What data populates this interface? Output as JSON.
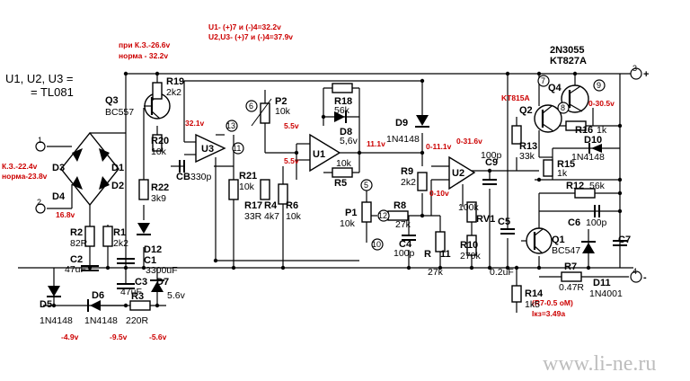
{
  "notes": {
    "ic_label_1": "U1, U2, U3 =",
    "ic_label_2": "= TL081",
    "supply_line_1": "U1- (+)7 и (-)4=32.2v",
    "supply_line_2": "U2,U3- (+)7 и (-)4=37.9v",
    "q3_kz": "при К.З.-26.6v",
    "q3_norm": "норма - 32.2v",
    "input_kz": "К.З.-22.4v",
    "input_norm": "норма-23.8v",
    "r7_note": "(R7-0.5 oM)",
    "ikz_note": "Iкз=3.49a",
    "watermark": "www.li-ne.ru"
  },
  "measurements": {
    "u3_pin": "32.1v",
    "p2_v": "5.5v",
    "u1_in": "5.5v",
    "u1_out": "11.1v",
    "d9_v": "0-11.1v",
    "u2_out": "0-31.6v",
    "u2_in": "0-10v",
    "c2_v": "16.8v",
    "r16_v": "0-30.5v",
    "d5_v": "-4.9v",
    "d6_v": "-9.5v",
    "d7_v": "-5.6v"
  },
  "components": {
    "q3": {
      "ref": "Q3",
      "part": "BC557"
    },
    "r19": {
      "ref": "R19",
      "value": "2k2"
    },
    "r20": {
      "ref": "R20",
      "value": "10k"
    },
    "u3": {
      "ref": "U3"
    },
    "cb": {
      "ref": "CB",
      "value": "330p"
    },
    "r22": {
      "ref": "R22",
      "value": "3k9"
    },
    "d12": {
      "ref": "D12"
    },
    "c1": {
      "ref": "C1",
      "value": "3300uF"
    },
    "r21": {
      "ref": "R21",
      "value": "10k"
    },
    "r17": {
      "ref": "R17",
      "value": "33R"
    },
    "r4": {
      "ref": "R4",
      "value": "4k7"
    },
    "r6": {
      "ref": "R6",
      "value": "10k"
    },
    "p2": {
      "ref": "P2",
      "value": "10k"
    },
    "r18": {
      "ref": "R18",
      "value": "56k"
    },
    "d8": {
      "ref": "D8",
      "value": "5,6v"
    },
    "u1": {
      "ref": "U1"
    },
    "r5": {
      "ref": "R5",
      "value": "10k"
    },
    "p1": {
      "ref": "P1",
      "value": "10k"
    },
    "r8": {
      "ref": "R8",
      "value": "27k"
    },
    "d9": {
      "ref": "D9",
      "part": "1N4148"
    },
    "r9": {
      "ref": "R9",
      "value": "2k2"
    },
    "u2": {
      "ref": "U2"
    },
    "c9": {
      "ref": "C9",
      "value": "100p"
    },
    "rv1": {
      "ref": "RV1",
      "value": "100k"
    },
    "r10": {
      "ref": "R10",
      "value": "270k"
    },
    "c4": {
      "ref": "C4",
      "value": "100p"
    },
    "r11": {
      "ref": "R",
      "label2": "11",
      "value": "27k"
    },
    "c5": {
      "ref": "C5",
      "value": "0.2uF"
    },
    "q4": {
      "ref": "Q4",
      "part1": "2N3055",
      "part2": "KT827A"
    },
    "q2": {
      "ref": "Q2",
      "part": "KT815A"
    },
    "r13": {
      "ref": "R13",
      "value": "33k"
    },
    "r16": {
      "ref": "R16",
      "value": "1k"
    },
    "d10": {
      "ref": "D10",
      "part": "1N4148"
    },
    "r15": {
      "ref": "R15",
      "value": "1k"
    },
    "r12": {
      "ref": "R12",
      "value": "56k"
    },
    "c6": {
      "ref": "C6",
      "value": "100p"
    },
    "q1": {
      "ref": "Q1",
      "part": "BC547"
    },
    "c7": {
      "ref": "C7"
    },
    "r7": {
      "ref": "R7",
      "value": "0.47R"
    },
    "d11": {
      "ref": "D11",
      "part": "1N4001"
    },
    "r14": {
      "ref": "R14",
      "value": "1k5"
    },
    "d3": {
      "ref": "D3"
    },
    "d1": {
      "ref": "D1"
    },
    "d4": {
      "ref": "D4"
    },
    "d2": {
      "ref": "D2"
    },
    "r2": {
      "ref": "R2",
      "value": "82R"
    },
    "r1": {
      "ref": "R1",
      "value": "2k2"
    },
    "c2": {
      "ref": "C2",
      "value": "47uF"
    },
    "c3": {
      "ref": "C3",
      "value": "47uF"
    },
    "d7": {
      "ref": "D7",
      "value": "5.6v"
    },
    "d5": {
      "ref": "D5",
      "part": "1N4148"
    },
    "d6": {
      "ref": "D6",
      "part": "1N4148"
    },
    "r3": {
      "ref": "R3",
      "value": "220R"
    }
  },
  "terminals": [
    "1",
    "2",
    "3",
    "4",
    "5",
    "6",
    "7",
    "8",
    "9",
    "10",
    "11",
    "12",
    "13"
  ],
  "plus_sign": "+",
  "minus_sign": "-"
}
